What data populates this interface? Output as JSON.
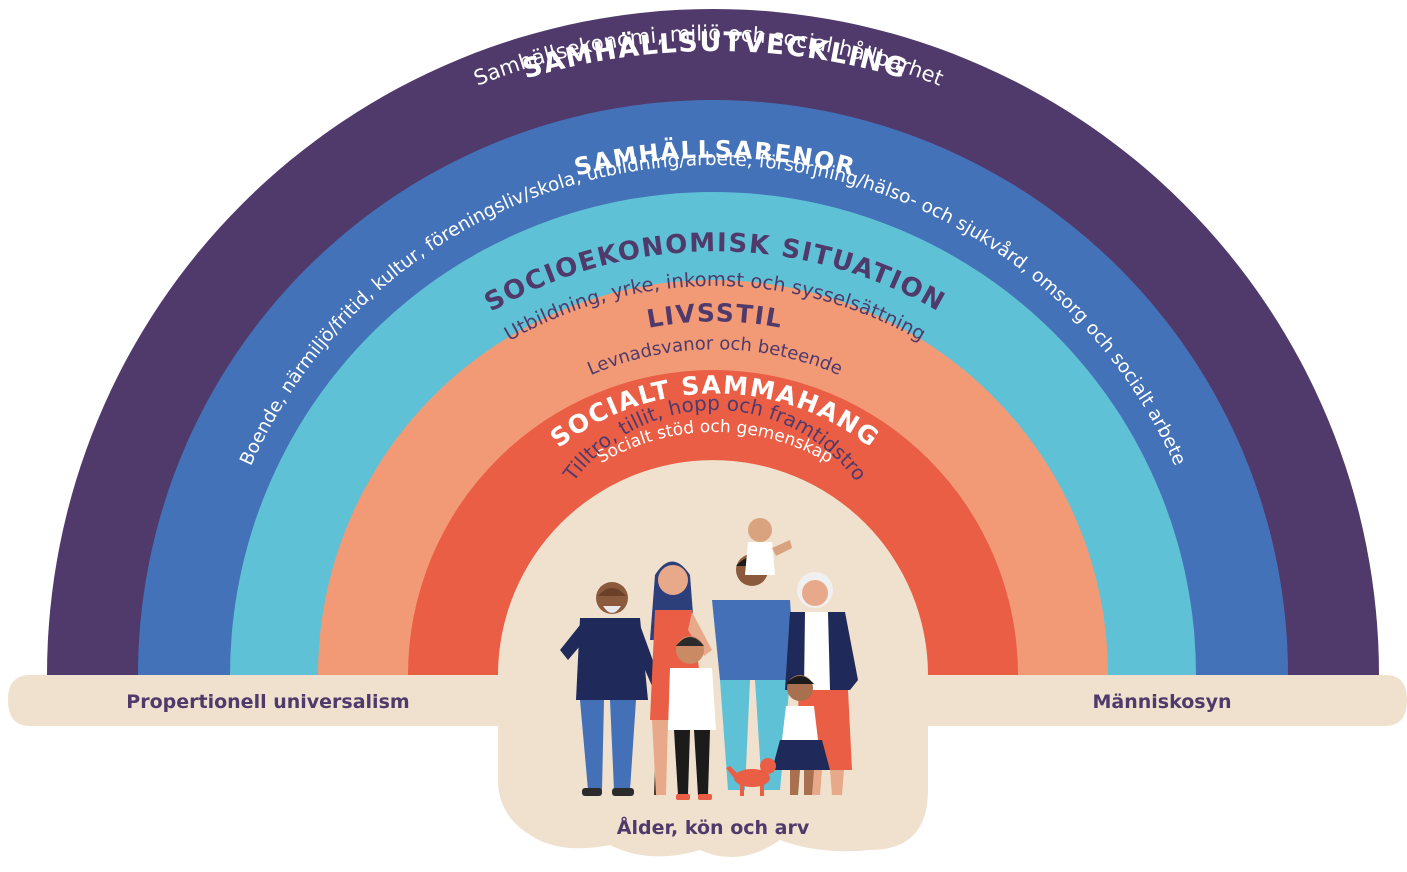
{
  "layers": [
    {
      "id": "outer",
      "title": "SAMHÄLLSUTVECKLING",
      "subtitle": "Samhällsekonomi, miljö och social hållbarhet",
      "color": "#4F3A6B"
    },
    {
      "id": "arenas",
      "title": "SAMHÄLLSARENOR",
      "subtitle": "Boende, närmiljö/fritid, kultur, föreningsliv/skola, utbildning/arbete, försörjning/hälso- och sjukvård, omsorg och socialt arbete",
      "color": "#4472B8"
    },
    {
      "id": "socio",
      "title": "SOCIOEKONOMISK SITUATION",
      "subtitle": "Utbildning, yrke, inkomst och sysselsättning",
      "color": "#5FC1D5"
    },
    {
      "id": "lifestyle",
      "title": "LIVSSTIL",
      "subtitle": "Levnadsvanor och beteende",
      "color": "#F29A76"
    },
    {
      "id": "social",
      "title": "SOCIALT SAMMAHANG",
      "subtitle": "Socialt stöd och gemenskap",
      "color": "#E95E45"
    }
  ],
  "core": {
    "arc_text": "Tilltro, tillit, hopp och framtidstro",
    "bottom_text": "Ålder, kön och arv",
    "color": "#EFE1CD"
  },
  "base": {
    "left": "Propertionell universalism",
    "right": "Människosyn"
  },
  "colors": {
    "title_dark": "#4F3A6B",
    "text_light": "#ffffff"
  },
  "illustration": {
    "icon": "family-group-icon"
  }
}
